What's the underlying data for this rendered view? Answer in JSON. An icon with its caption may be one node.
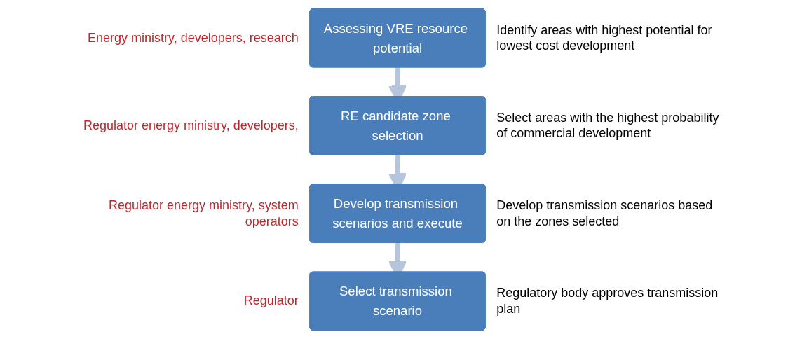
{
  "diagram": {
    "nodes": [
      {
        "text": [
          "Assessing VRE resource potential"
        ],
        "beside": [
          "Energy ministry, developers, research",
          "Identify areas with highest potential for lowest cost development"
        ]
      },
      {
        "text": [
          "RE candidate zone selection"
        ],
        "beside": [
          "Regulator energy ministry, developers,",
          "Select areas with the highest probability of commercial development"
        ]
      },
      {
        "text": [
          "Develop transmission scenarios and execute"
        ],
        "beside": [
          "Regulator energy ministry, system operators",
          "Develop transmission scenarios based on the zones selected"
        ]
      },
      {
        "text": [
          "Select transmission scenario"
        ],
        "beside": [
          "Regulator",
          "Regulatory body approves transmission plan"
        ]
      }
    ],
    "edges": [
      {
        "from": 0,
        "to": 1,
        "arrow": "to"
      },
      {
        "from": 1,
        "to": 2,
        "arrow": "to"
      },
      {
        "from": 2,
        "to": 3,
        "arrow": "to"
      }
    ]
  }
}
